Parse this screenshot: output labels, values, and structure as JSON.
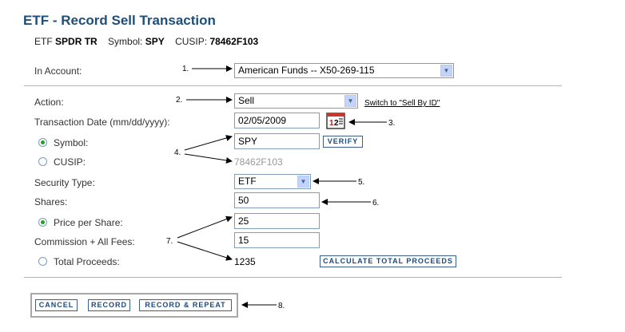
{
  "page": {
    "title": "ETF - Record Sell Transaction",
    "etf_prefix": "ETF",
    "etf_name": "SPDR TR",
    "symbol_label": "Symbol:",
    "symbol_value": "SPY",
    "cusip_label": "CUSIP:",
    "cusip_value": "78462F103"
  },
  "form": {
    "account_label": "In Account:",
    "account_value": "American Funds -- X50-269-115",
    "action_label": "Action:",
    "action_value": "Sell",
    "switch_link": "Switch to \"Sell By ID\"",
    "date_label": "Transaction Date (mm/dd/yyyy):",
    "date_value": "02/05/2009",
    "symbol_label": "Symbol:",
    "symbol_value": "SPY",
    "verify_label": "VERIFY",
    "cusip_label": "CUSIP:",
    "cusip_value": "78462F103",
    "security_type_label": "Security Type:",
    "security_type_value": "ETF",
    "shares_label": "Shares:",
    "shares_value": "50",
    "price_label": "Price per Share:",
    "price_value": "25",
    "commission_label": "Commission + All Fees:",
    "commission_value": "15",
    "total_label": "Total Proceeds:",
    "total_value": "1235",
    "calculate_label": "CALCULATE TOTAL PROCEEDS"
  },
  "buttons": {
    "cancel": "CANCEL",
    "record": "RECORD",
    "record_repeat": "RECORD & REPEAT"
  },
  "callouts": {
    "c1": "1.",
    "c2": "2.",
    "c3": "3.",
    "c4": "4.",
    "c5": "5.",
    "c6": "6.",
    "c7": "7.",
    "c8": "8."
  },
  "colors": {
    "title": "#1f4e79",
    "radio_selected": "#21a121",
    "button_text": "#1c4a7d"
  },
  "icons": {
    "calendar": "calendar-icon",
    "dropdown": "chevron-down-icon"
  }
}
